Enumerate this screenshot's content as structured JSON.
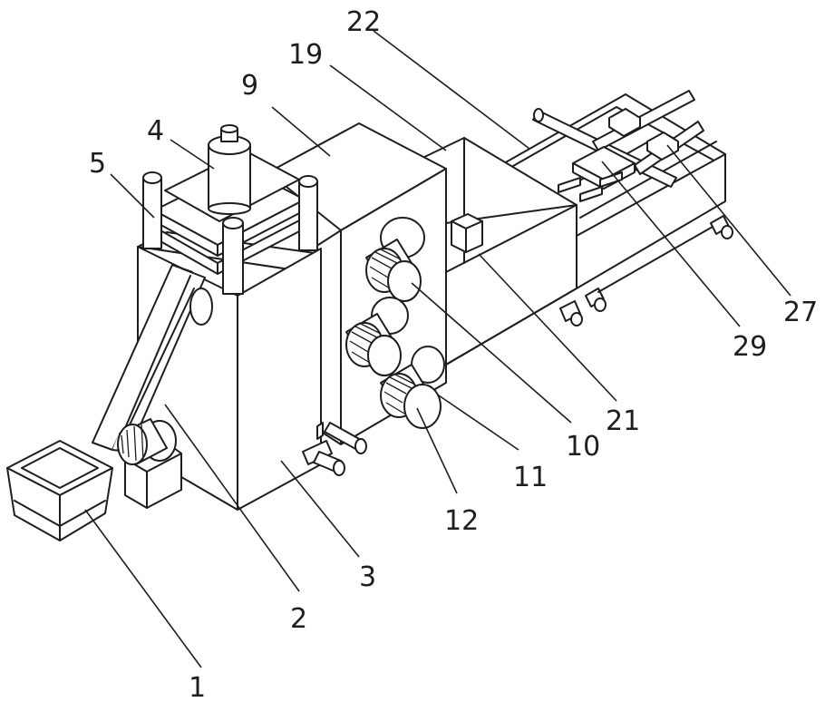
{
  "figure": {
    "labels": [
      "22",
      "19",
      "9",
      "4",
      "5",
      "27",
      "29",
      "21",
      "10",
      "11",
      "12",
      "3",
      "2",
      "1"
    ]
  }
}
